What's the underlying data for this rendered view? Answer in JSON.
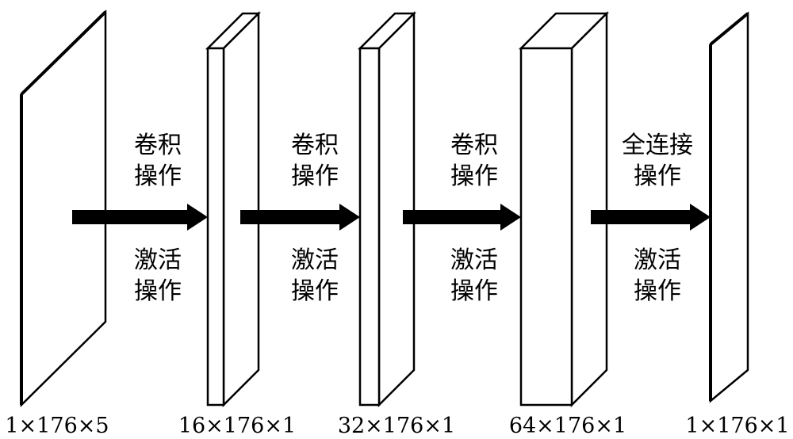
{
  "layers": [
    {
      "dims": "1×176×5"
    },
    {
      "dims": "16×176×1"
    },
    {
      "dims": "32×176×1"
    },
    {
      "dims": "64×176×1"
    },
    {
      "dims": "1×176×1"
    }
  ],
  "operations": [
    {
      "top_line1": "卷积",
      "top_line2": "操作",
      "bottom_line1": "激活",
      "bottom_line2": "操作"
    },
    {
      "top_line1": "卷积",
      "top_line2": "操作",
      "bottom_line1": "激活",
      "bottom_line2": "操作"
    },
    {
      "top_line1": "卷积",
      "top_line2": "操作",
      "bottom_line1": "激活",
      "bottom_line2": "操作"
    },
    {
      "top_line1": "全连接",
      "top_line2": "操作",
      "bottom_line1": "激活",
      "bottom_line2": "操作"
    }
  ]
}
